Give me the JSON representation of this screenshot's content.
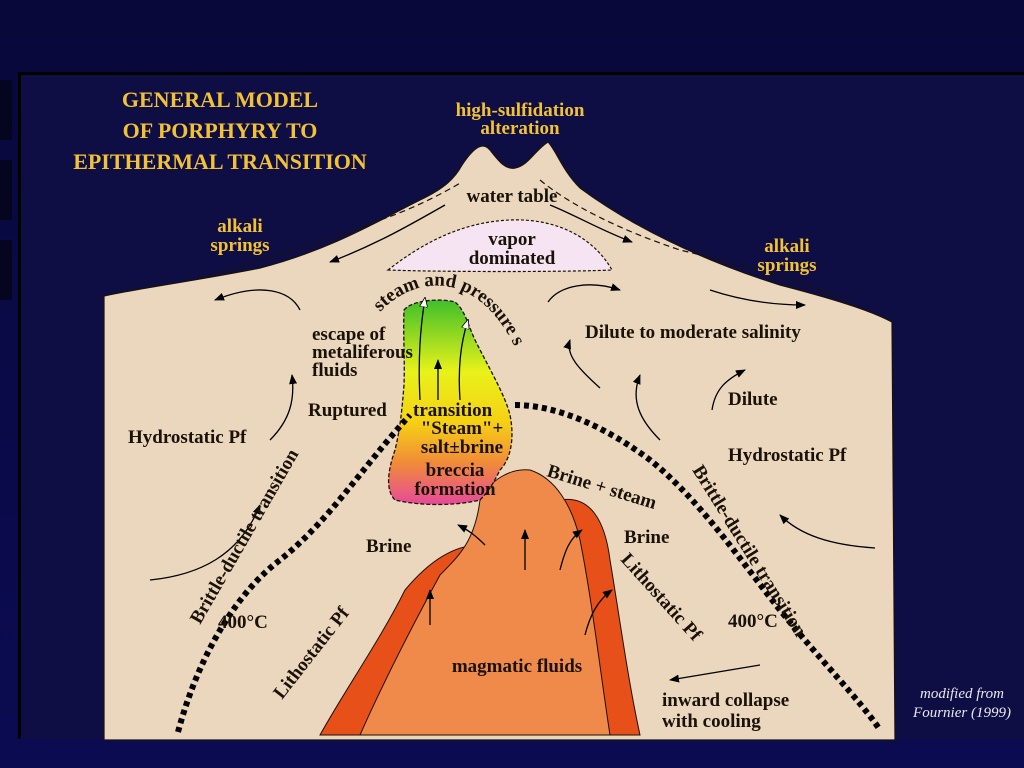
{
  "title": [
    "GENERAL MODEL",
    "OF PORPHYRY TO",
    "EPITHERMAL TRANSITION"
  ],
  "top_labels": {
    "high_sulfidation": [
      "high-sulfidation",
      "alteration"
    ],
    "alkali_left": [
      "alkali",
      "springs"
    ],
    "alkali_right": [
      "alkali",
      "springs"
    ]
  },
  "labels": {
    "water_table": "water table",
    "vapor": [
      "vapor",
      "dominated"
    ],
    "steam_pressure": "steam and pressure s",
    "escape": [
      "escape of",
      "metaliferous",
      "fluids"
    ],
    "dilute_moderate": "Dilute to moderate salinity",
    "ruptured": "Ruptured",
    "transition": "transition",
    "steam_salt": [
      "\"Steam\"+",
      "salt±brine"
    ],
    "breccia": [
      "breccia",
      "formation"
    ],
    "hydrostatic_left": "Hydrostatic Pf",
    "hydrostatic_right": "Hydrostatic Pf",
    "dilute": "Dilute",
    "brine_steam": "Brine + steam",
    "brine_left": "Brine",
    "brine_right": "Brine",
    "brittle_left": "Brittle-ductile transition",
    "brittle_right": "Brittle-ductile transition",
    "lithostatic_left": "Lithostatic Pf",
    "lithostatic_right": "Lithostatic Pf",
    "temp_left": "400°C",
    "temp_right": "400°C",
    "magmatic": "magmatic fluids",
    "collapse": [
      "inward collapse",
      "with cooling"
    ]
  },
  "credit": [
    "modified from",
    "Fournier (1999)"
  ],
  "colors": {
    "background": "#0e0e44",
    "volcano": "#ead7bd",
    "title_yellow": "#f2c234",
    "magma_core": "#f08a4a",
    "magma_rim": "#e8501a",
    "vapor": "#f6e4f2"
  }
}
